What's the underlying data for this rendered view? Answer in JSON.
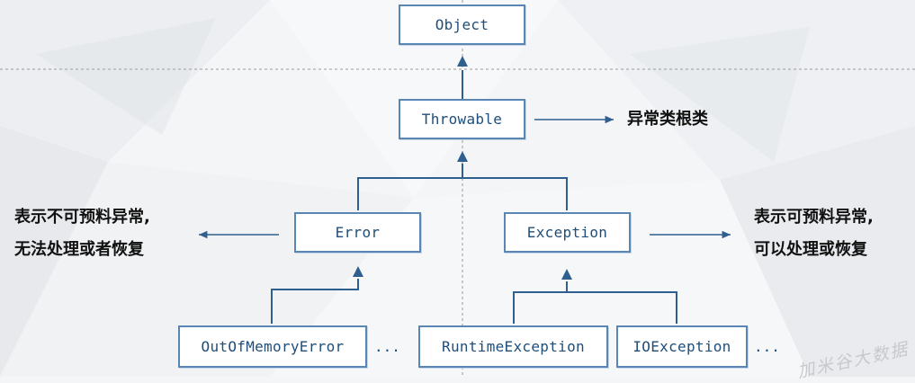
{
  "diagram": {
    "nodes": {
      "object": "Object",
      "throwable": "Throwable",
      "error": "Error",
      "exception": "Exception",
      "out_of_memory_error": "OutOfMemoryError",
      "runtime_exception": "RuntimeException",
      "io_exception": "IOException"
    },
    "ellipsis": "...",
    "notes": {
      "throwable": "异常类根类",
      "error_line1": "表示不可预料异常,",
      "error_line2": "无法处理或者恢复",
      "exception_line1": "表示可预料异常,",
      "exception_line2": "可以处理或恢复"
    },
    "watermark": "加米谷大数据",
    "colors": {
      "box_border": "#5a86b5",
      "box_text": "#1f4e79",
      "connector": "#2f5f8f",
      "note_text": "#111111",
      "background": "#f4f5f7"
    }
  }
}
